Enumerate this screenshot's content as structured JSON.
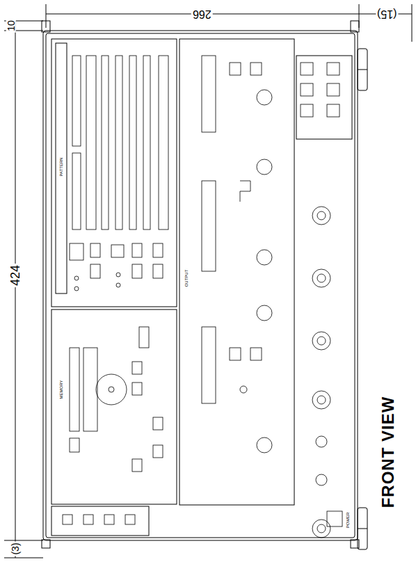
{
  "diagram": {
    "labels": [
      "266",
      "(15)",
      "10",
      "424",
      "(3)",
      "FRONT VIEW",
      "PATTERN",
      "OUTPUT",
      "MEMORY",
      "POWER"
    ]
  }
}
